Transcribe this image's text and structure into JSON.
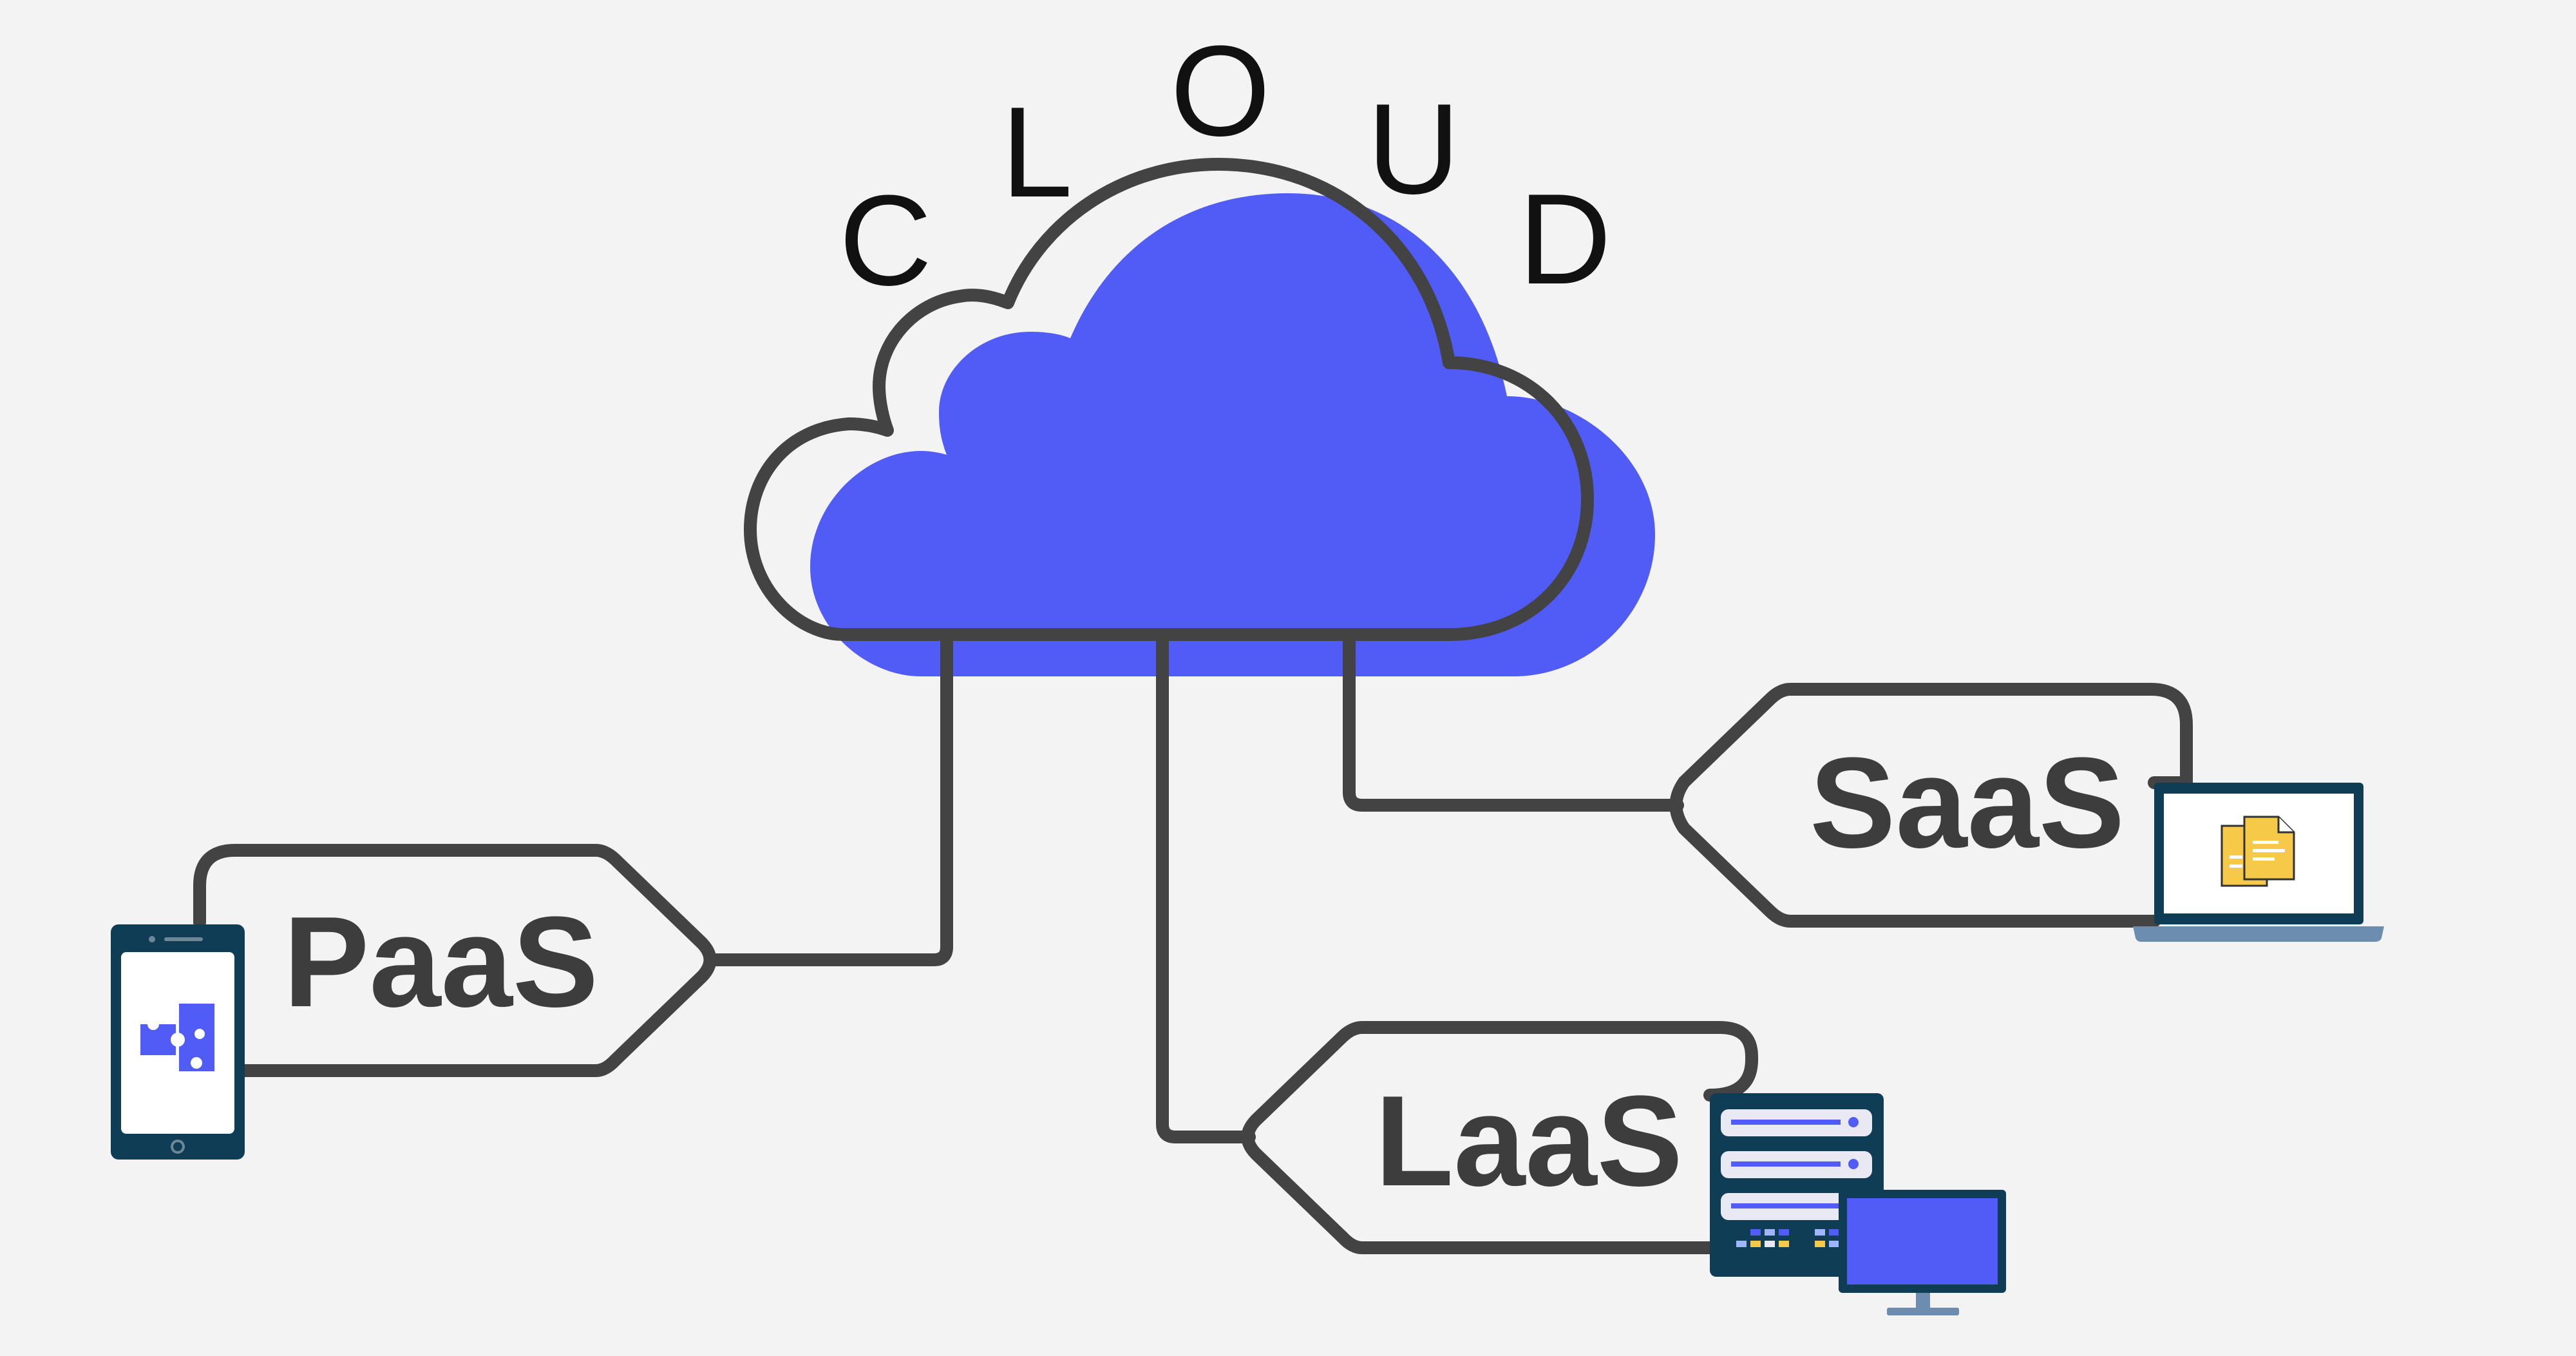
{
  "title_letters": [
    "C",
    "L",
    "O",
    "U",
    "D"
  ],
  "services": {
    "paas": {
      "label": "PaaS"
    },
    "saas": {
      "label": "SaaS"
    },
    "laas": {
      "label": "LaaS"
    }
  },
  "icons": {
    "paas": "smartphone-puzzle-icon",
    "saas": "laptop-documents-icon",
    "laas": "server-monitor-icon"
  },
  "colors": {
    "background": "#f3f3f3",
    "cloud_fill": "#515cf6",
    "line": "#434343",
    "device_frame": "#0f3d55",
    "document": "#f7c948"
  }
}
